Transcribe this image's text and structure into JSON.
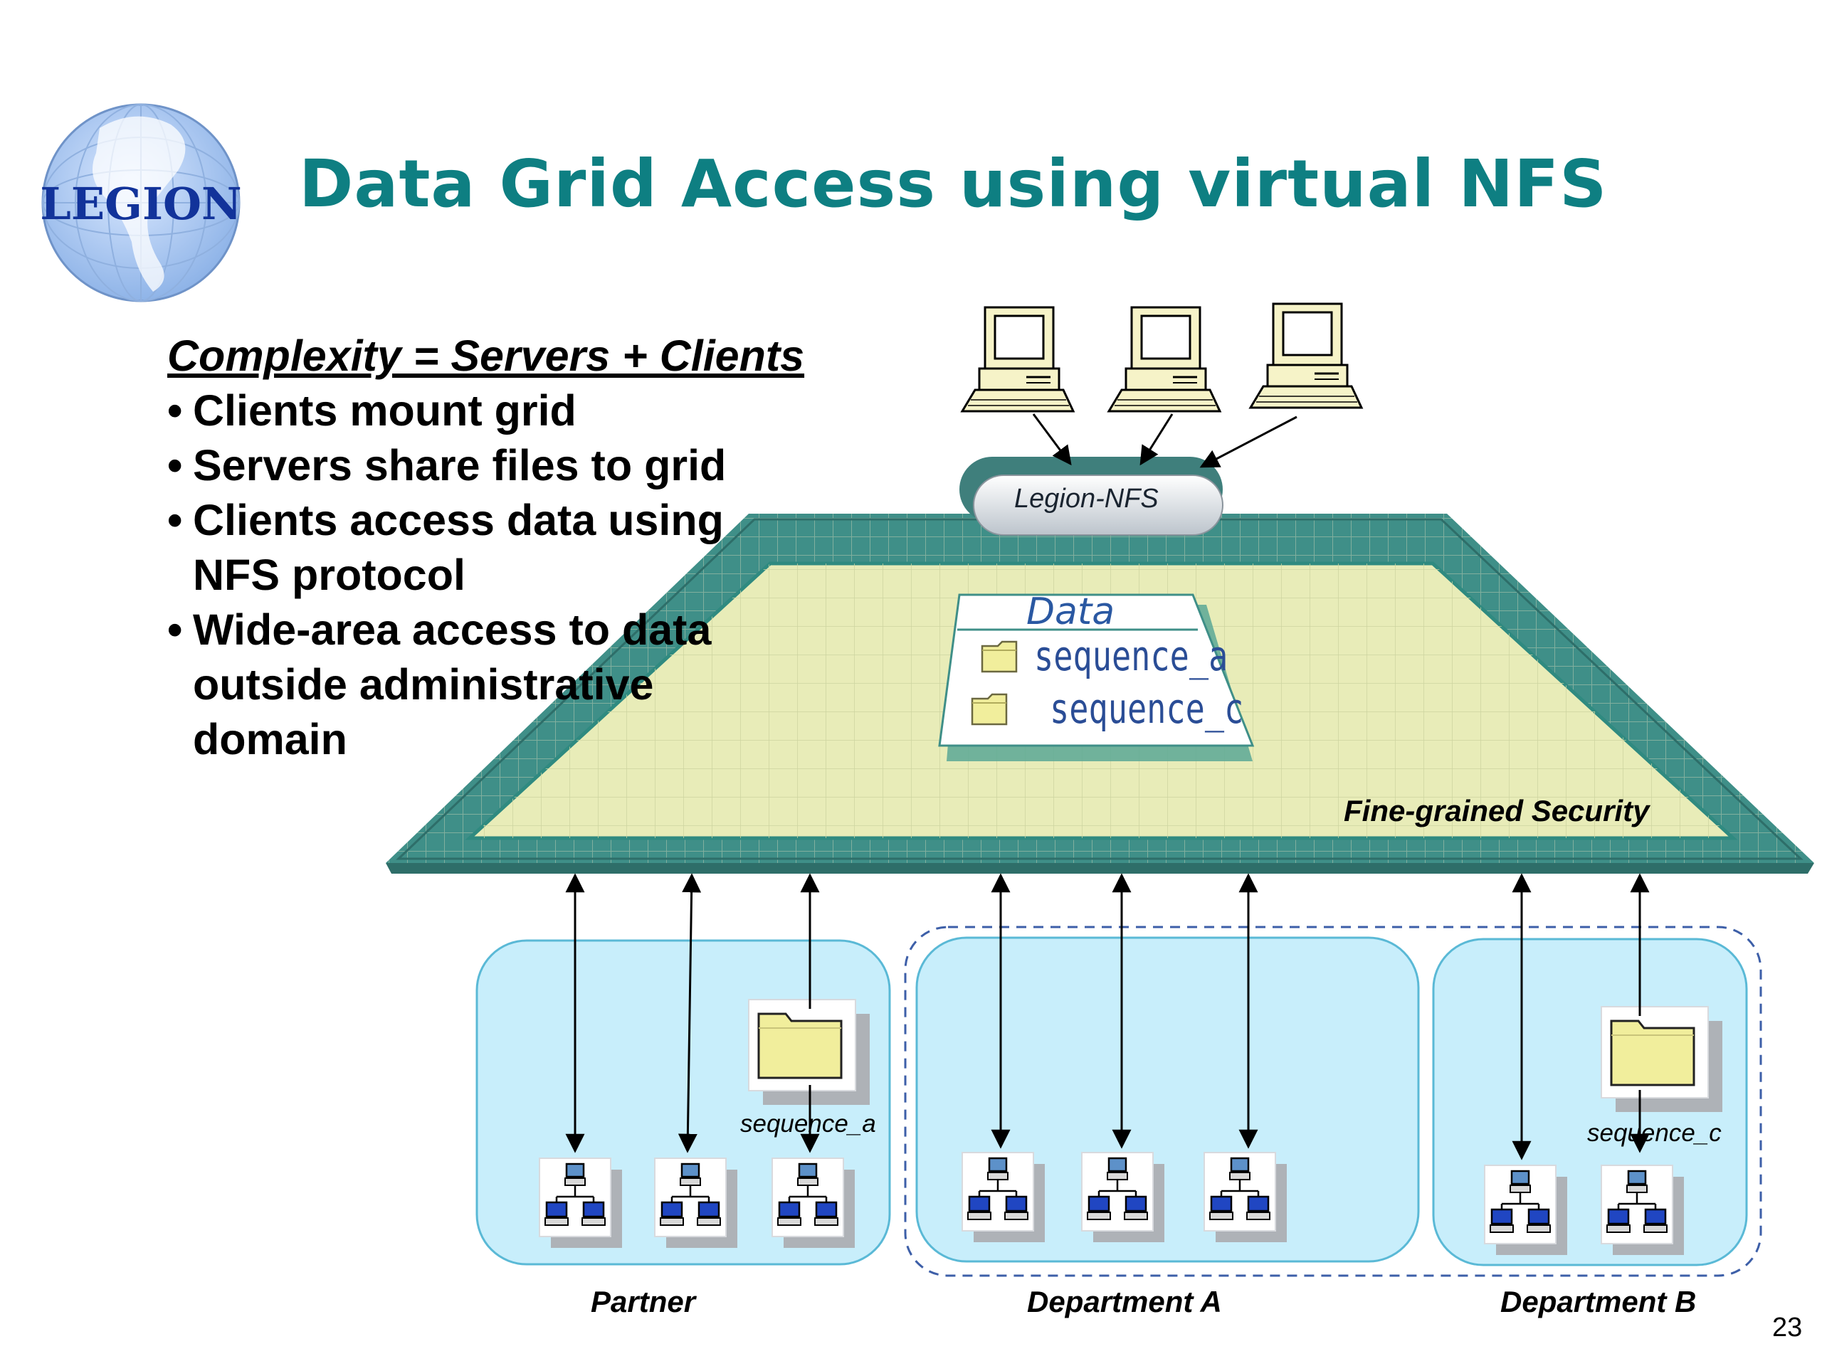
{
  "title": "Data Grid Access using virtual NFS",
  "logo": {
    "text": "LEGION",
    "icon": "globe-icon"
  },
  "bullets": {
    "heading": "Complexity = Servers + Clients",
    "items": [
      "Clients mount grid",
      "Servers share files to grid",
      "Clients access data using NFS protocol",
      "Wide-area access to data outside administrative domain"
    ],
    "lines": [
      {
        "bullet": "•",
        "text": "Clients mount grid"
      },
      {
        "bullet": "•",
        "text": "Servers share files to grid"
      },
      {
        "bullet": "•",
        "text": "Clients access data using"
      },
      {
        "bullet": "",
        "text": "NFS protocol"
      },
      {
        "bullet": "•",
        "text": "Wide-area access to data"
      },
      {
        "bullet": "",
        "text": "outside administrative"
      },
      {
        "bullet": "",
        "text": "domain"
      }
    ]
  },
  "diagram": {
    "nfs_label": "Legion-NFS",
    "security_label": "Fine-grained Security",
    "data_panel": {
      "title": "Data",
      "entries": [
        "sequence_a",
        "sequence_c"
      ]
    },
    "groups": [
      "Partner",
      "Department A",
      "Department B"
    ],
    "file_labels": [
      "sequence_a",
      "sequence_c"
    ],
    "client_icon": "desktop-computer-icon",
    "server_icon": "network-server-icon",
    "folder_icon": "folder-icon"
  },
  "page_number": "23",
  "colors": {
    "title": "#0e7f82",
    "platform_outer": "#3f8f88",
    "platform_inner": "#e8ecb8",
    "group_fill": "#c8eefb",
    "group_stroke": "#5ab9d6",
    "folder": "#f1ee9c"
  }
}
